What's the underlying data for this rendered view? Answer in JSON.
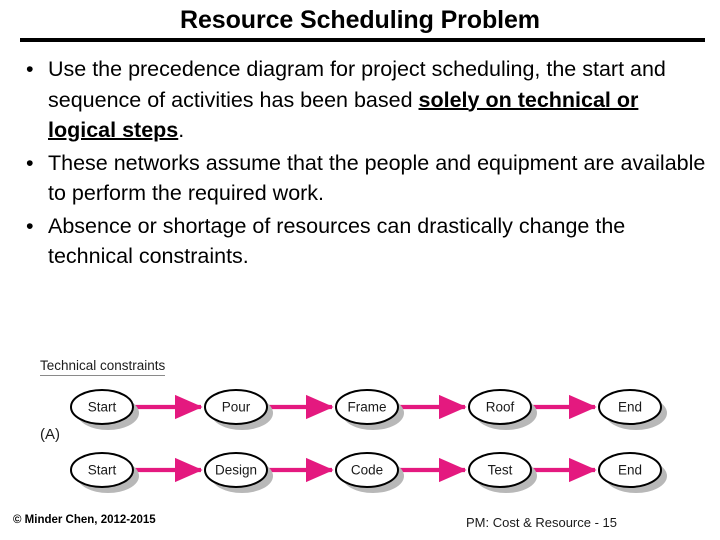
{
  "slide": {
    "title": "Resource Scheduling Problem",
    "bullets": [
      {
        "lead": "Use the precedence diagram for project scheduling, the start and sequence of activities has been based ",
        "emphasis": "solely on technical or logical steps",
        "tail": "."
      },
      {
        "lead": "These networks assume that the people and equipment are available to perform the required work.",
        "emphasis": "",
        "tail": ""
      },
      {
        "lead": "Absence or shortage of resources can drastically change the technical constraints.",
        "emphasis": "",
        "tail": ""
      }
    ],
    "bullet_marker": "•"
  },
  "diagram": {
    "caption": "Technical constraints",
    "label": "(A)",
    "arrow_color": "#e4197f",
    "node_fill": "#ffffff",
    "node_stroke": "#000000",
    "shadow_color": "#b8b8b8",
    "rows": [
      {
        "name": "construction-chain",
        "nodes": [
          "Start",
          "Pour",
          "Frame",
          "Roof",
          "End"
        ]
      },
      {
        "name": "software-chain",
        "nodes": [
          "Start",
          "Design",
          "Code",
          "Test",
          "End"
        ]
      }
    ]
  },
  "footer": {
    "copyright": "© Minder Chen, 2012-2015",
    "reference": "PM: Cost & Resource - 15"
  }
}
